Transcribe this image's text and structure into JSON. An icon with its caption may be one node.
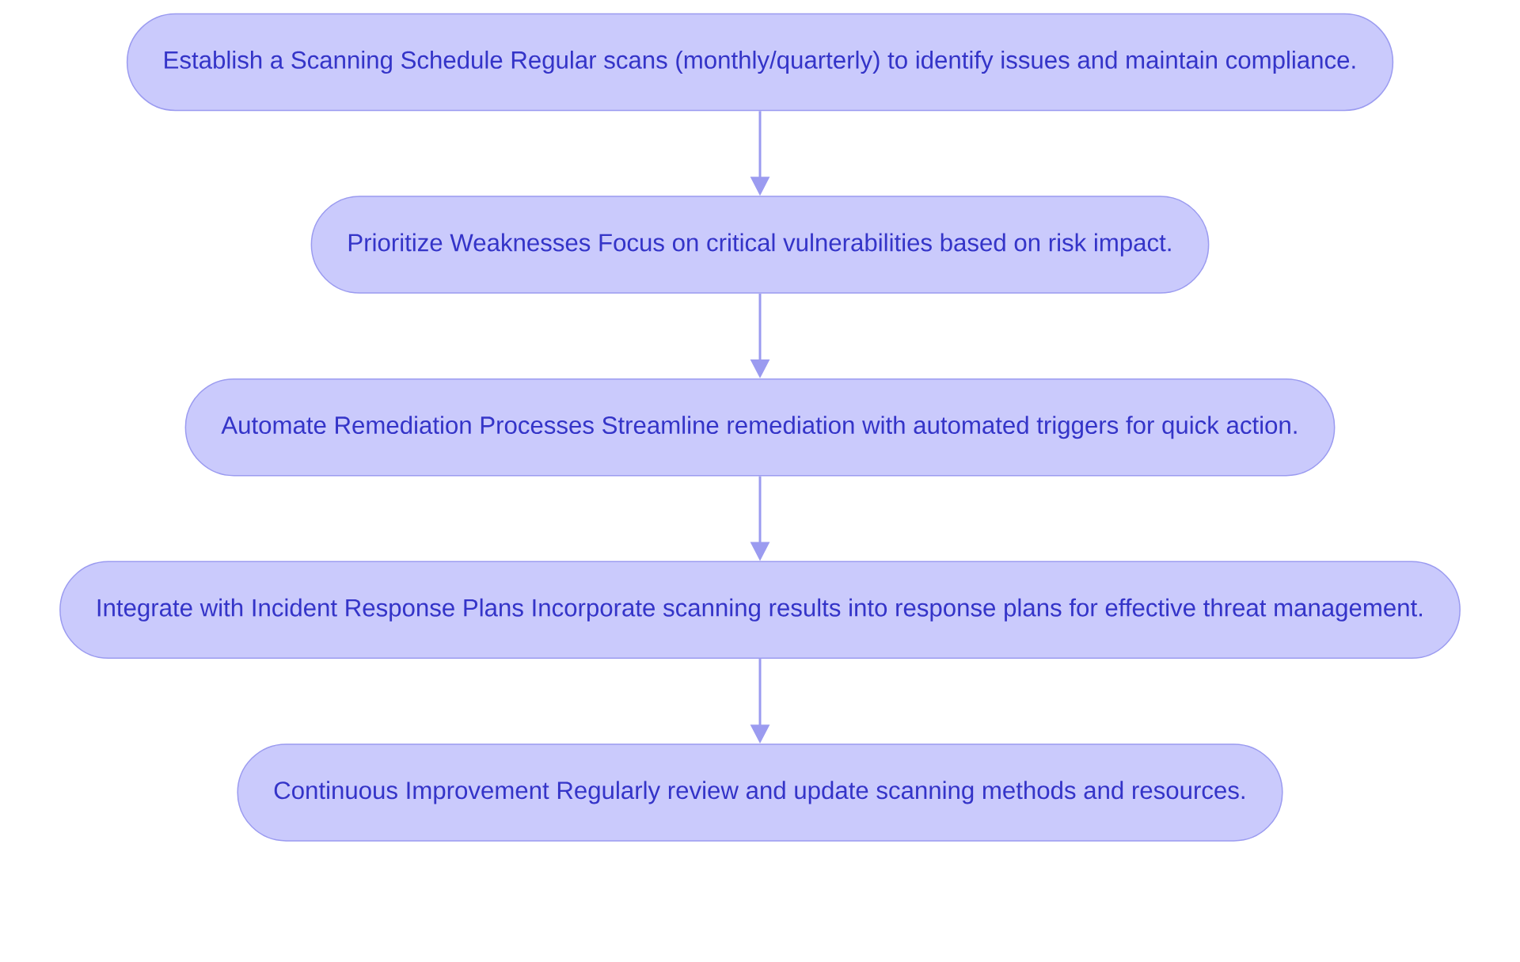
{
  "diagram": {
    "nodes": [
      {
        "text": [
          "Establish a Scanning Schedule Regular scans (monthly/quarterly) to identify issues and maintain compliance."
        ]
      },
      {
        "text": [
          "Prioritize Weaknesses Focus on critical vulnerabilities based on risk impact."
        ]
      },
      {
        "text": [
          "Automate Remediation Processes Streamline remediation with automated triggers for quick action."
        ]
      },
      {
        "text": [
          "Integrate with Incident Response Plans Incorporate scanning results into response plans for effective threat management."
        ]
      },
      {
        "text": [
          "Continuous Improvement Regularly review and update scanning methods and resources."
        ]
      }
    ],
    "edges": [
      {
        "from": 0,
        "to": 1,
        "arrow": "to"
      },
      {
        "from": 1,
        "to": 2,
        "arrow": "to"
      },
      {
        "from": 2,
        "to": 3,
        "arrow": "to"
      },
      {
        "from": 3,
        "to": 4,
        "arrow": "to"
      }
    ]
  }
}
